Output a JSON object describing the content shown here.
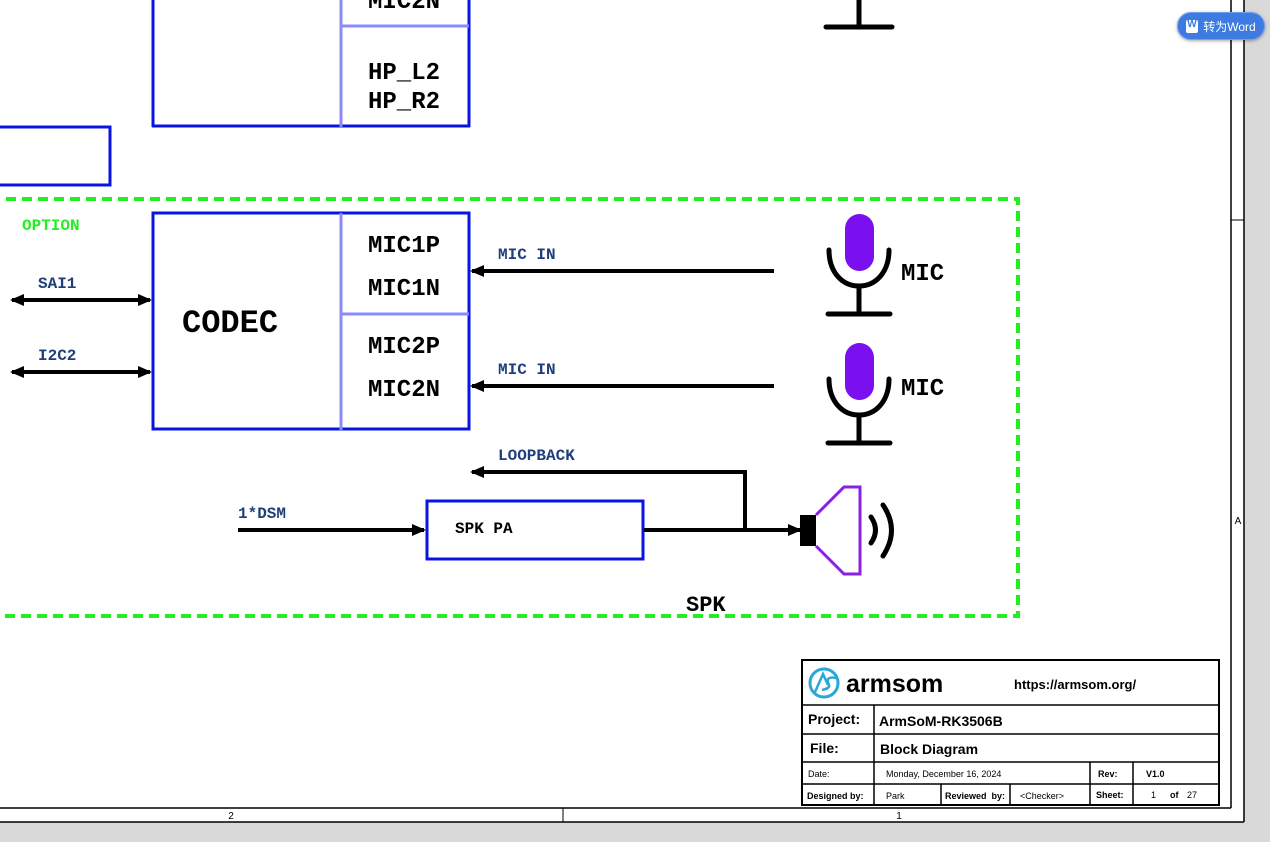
{
  "toolbar": {
    "convert_to_word": "转为Word"
  },
  "diagram": {
    "top_block": {
      "pin_mic2n": "MIC2N",
      "pin_hp_l2": "HP_L2",
      "pin_hp_r2": "HP_R2"
    },
    "option_label": "OPTION",
    "codec": {
      "name": "CODEC",
      "pins": [
        "MIC1P",
        "MIC1N",
        "MIC2P",
        "MIC2N"
      ]
    },
    "signals": {
      "sai1": "SAI1",
      "i2c2": "I2C2",
      "mic_in_1": "MIC IN",
      "mic_in_2": "MIC IN",
      "loopback": "LOOPBACK",
      "dsm": "1*DSM"
    },
    "mics": [
      "MIC",
      "MIC"
    ],
    "spk_pa": "SPK PA",
    "spk_label": "SPK",
    "colors": {
      "block": "#0a14e0",
      "pin_divider": "#8a8aff",
      "dashed": "#22ee22",
      "signal_text": "#1f3f7a",
      "mic": "#7a10f0",
      "speaker": "#8a20e0"
    }
  },
  "title_block": {
    "logo_text": "armsom",
    "url": "https://armsom.org/",
    "project_label": "Project:",
    "project_value": "ArmSoM-RK3506B",
    "file_label": "File:",
    "file_value": "Block Diagram",
    "date_label": "Date:",
    "date_value": "Monday, December 16, 2024",
    "rev_label": "Rev:",
    "rev_value": "V1.0",
    "designed_label": "Designed by:",
    "designed_value": "Park",
    "reviewed_label": "Reviewed  by:",
    "reviewed_value": "<Checker>",
    "sheet_label": "Sheet:",
    "sheet_value": "1",
    "of_label": "of",
    "sheet_total": "27"
  },
  "border": {
    "zone_bottom_left": "2",
    "zone_bottom_right": "1",
    "zone_right": "A"
  }
}
